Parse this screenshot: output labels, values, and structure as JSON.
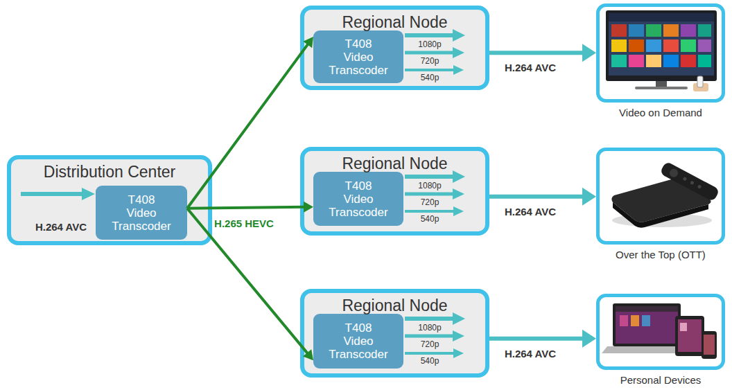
{
  "diagram": {
    "nodes": [
      {
        "text": [
          "Distribution Center"
        ]
      },
      {
        "text": [
          "T408 Video Transcoder"
        ],
        "in": 0
      },
      {
        "text": [
          "Regional Node"
        ]
      },
      {
        "text": [
          "T408 Video Transcoder"
        ],
        "in": 2
      },
      {
        "text": [
          "Regional Node"
        ]
      },
      {
        "text": [
          "T408 Video Transcoder"
        ],
        "in": 4
      },
      {
        "text": [
          "Regional Node"
        ]
      },
      {
        "text": [
          "T408 Video Transcoder"
        ],
        "in": 6
      },
      {
        "text": [
          "Video on Demand"
        ]
      },
      {
        "text": [
          "Over the Top (OTT)"
        ]
      },
      {
        "text": [
          "Personal Devices"
        ]
      }
    ],
    "edges": [
      {
        "from": 1,
        "to": 3,
        "arrow": "to"
      },
      {
        "from": 1,
        "to": 5,
        "arrow": "to",
        "label": "H.265 HEVC"
      },
      {
        "from": 1,
        "to": 7,
        "arrow": "to"
      },
      {
        "from": 2,
        "to": 8,
        "arrow": "to",
        "label": "H.264 AVC"
      },
      {
        "from": 4,
        "to": 9,
        "arrow": "to",
        "label": "H.264 AVC"
      },
      {
        "from": 6,
        "to": 10,
        "arrow": "to",
        "label": "H.264 AVC"
      }
    ],
    "labels": [
      "H.264 AVC",
      "1080p",
      "720p",
      "540p",
      "1080p",
      "720p",
      "540p",
      "1080p",
      "720p",
      "540p"
    ]
  }
}
